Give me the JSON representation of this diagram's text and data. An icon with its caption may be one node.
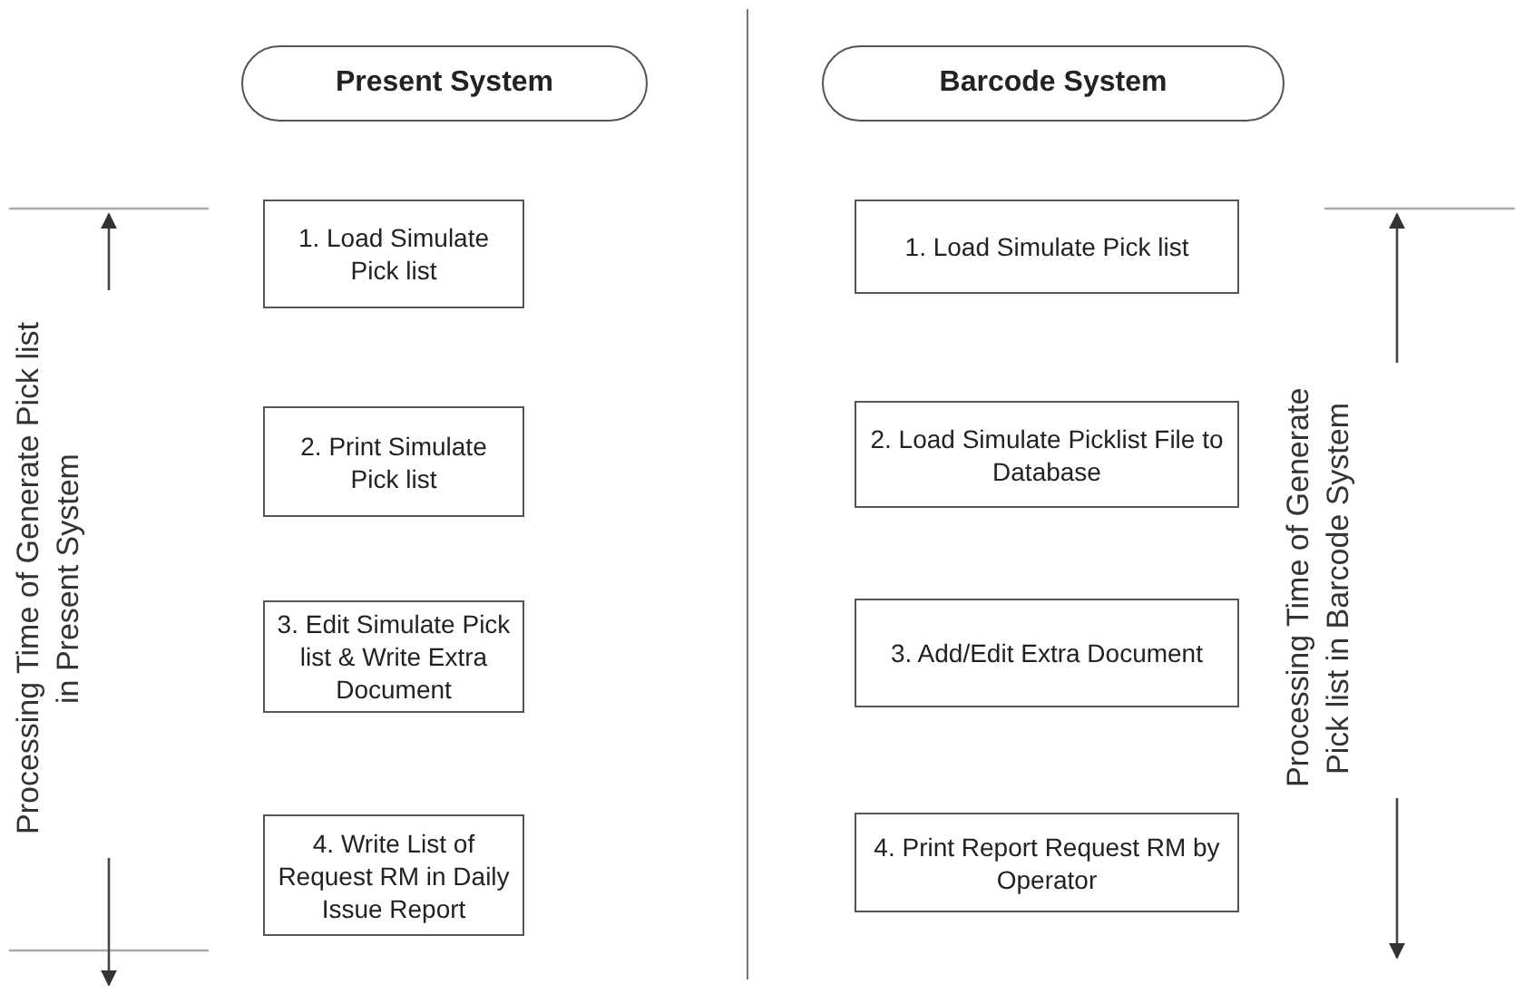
{
  "diagram": {
    "nodes": [
      {
        "text": [
          "Present System"
        ]
      },
      {
        "text": [
          "Barcode System"
        ]
      },
      {
        "text": [
          "1. Load Simulate Pick list"
        ]
      },
      {
        "text": [
          "2. Print Simulate Pick list"
        ]
      },
      {
        "text": [
          "3. Edit Simulate Pick list & Write Extra Document"
        ]
      },
      {
        "text": [
          "4. Write List of Request RM in Daily Issue Report"
        ]
      },
      {
        "text": [
          "1. Load Simulate Pick list"
        ]
      },
      {
        "text": [
          "2. Load Simulate Picklist File to Database"
        ]
      },
      {
        "text": [
          "3. Add/Edit Extra Document"
        ]
      },
      {
        "text": [
          "4. Print Report Request RM by Operator"
        ]
      }
    ],
    "edges": [],
    "labels": [
      "Processing Time of Generate Pick list in Present System",
      "Processing Time of Generate Pick list in Barcode System"
    ]
  }
}
